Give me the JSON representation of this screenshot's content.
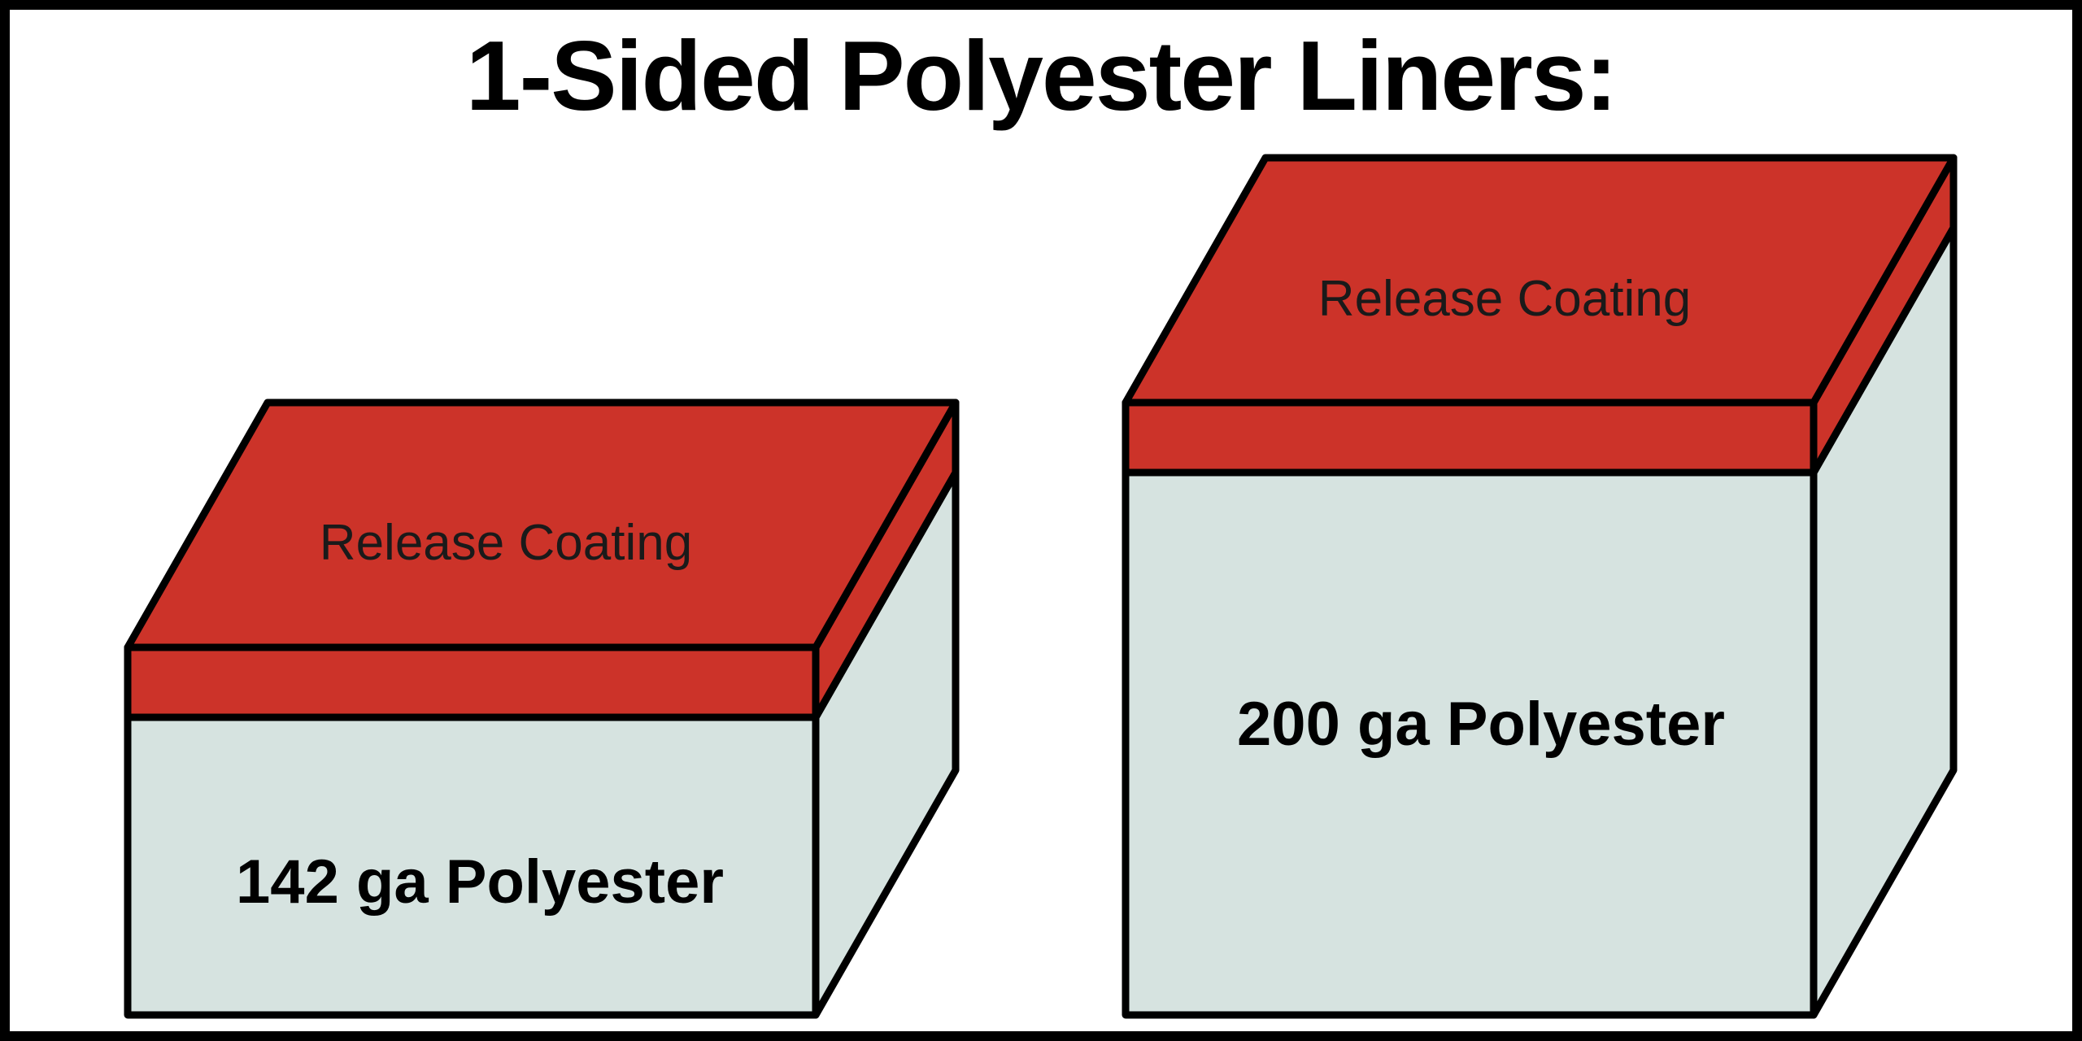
{
  "title": "1-Sided Polyester Liners:",
  "colors": {
    "coating": "#cc3329",
    "polyester": "#d6e3e0",
    "outline": "#000000",
    "background": "#ffffff"
  },
  "liners": [
    {
      "coating_label": "Release Coating",
      "base_label": "142 ga Polyester"
    },
    {
      "coating_label": "Release Coating",
      "base_label": "200 ga Polyester"
    }
  ]
}
